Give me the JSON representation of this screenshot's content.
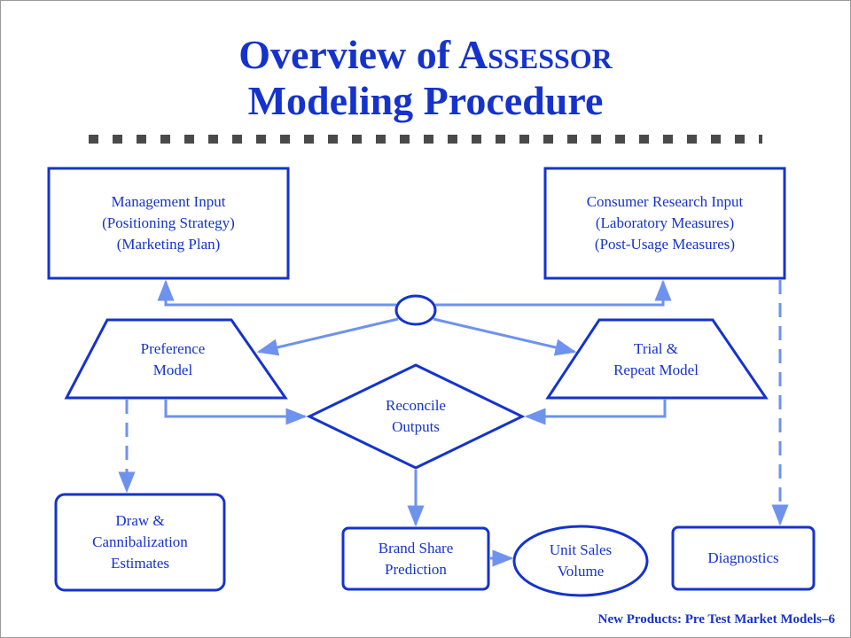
{
  "slide": {
    "title_line1_prefix": "Overview of A",
    "title_line1_smallcaps": "ssessor",
    "title_line2": "Modeling Procedure",
    "footer": "New Products: Pre Test Market Models–6"
  },
  "diagram": {
    "management_input": [
      "Management Input",
      "(Positioning Strategy)",
      "(Marketing Plan)"
    ],
    "consumer_research_input": [
      "Consumer Research Input",
      "(Laboratory Measures)",
      "(Post-Usage Measures)"
    ],
    "preference_model": [
      "Preference",
      "Model"
    ],
    "trial_repeat_model": [
      "Trial &",
      "Repeat Model"
    ],
    "reconcile_outputs": [
      "Reconcile",
      "Outputs"
    ],
    "draw_cannibalization": [
      "Draw &",
      "Cannibalization",
      "Estimates"
    ],
    "brand_share_prediction": [
      "Brand Share",
      "Prediction"
    ],
    "unit_sales_volume": [
      "Unit Sales",
      "Volume"
    ],
    "diagnostics": [
      "Diagnostics"
    ]
  },
  "colors": {
    "text": "#1533cc",
    "box_border": "#1533cc",
    "arrow": "#6e92ee"
  }
}
